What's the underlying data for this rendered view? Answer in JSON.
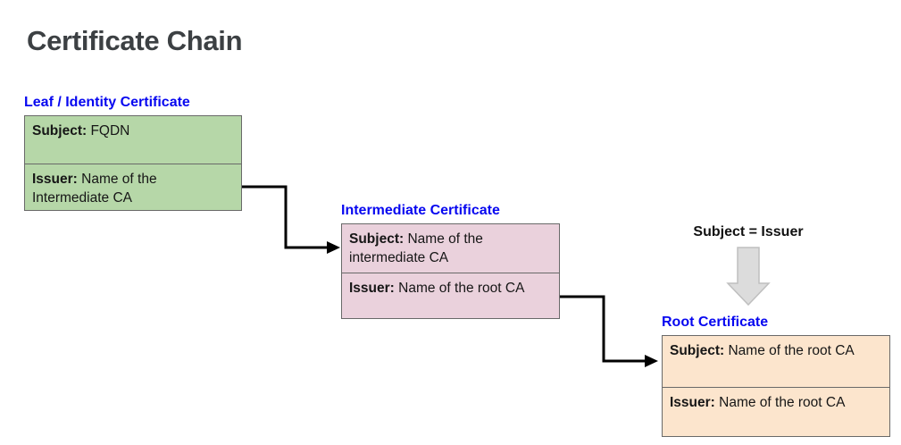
{
  "title": "Certificate Chain",
  "colors": {
    "title_text": "#3c4043",
    "label_blue": "#0707f0",
    "leaf_fill": "#b6d7a8",
    "intermediate_fill": "#ead1dc",
    "root_fill": "#fce5cd",
    "box_border": "#696969",
    "connector": "#000000",
    "block_arrow_fill": "#dcdcdc",
    "block_arrow_border": "#bfbfbf"
  },
  "certificates": [
    {
      "label": "Leaf / Identity Certificate",
      "subject_label": "Subject:",
      "subject_value": "FQDN",
      "issuer_label": "Issuer:",
      "issuer_value": "Name of the Intermediate CA"
    },
    {
      "label": "Intermediate Certificate",
      "subject_label": "Subject:",
      "subject_value": "Name of the intermediate CA",
      "issuer_label": "Issuer:",
      "issuer_value": "Name of the root CA"
    },
    {
      "label": "Root Certificate",
      "subject_label": "Subject:",
      "subject_value": "Name of the root CA",
      "issuer_label": "Issuer:",
      "issuer_value": "Name of the root CA"
    }
  ],
  "annotation": {
    "text": "Subject = Issuer"
  }
}
